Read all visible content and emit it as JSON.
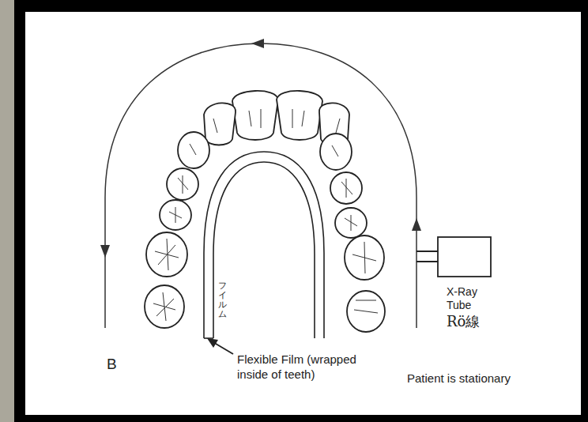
{
  "diagram": {
    "nodes": [
      {
        "text": [
          "X-Ray Tube",
          "Rö線"
        ]
      }
    ],
    "labels": [
      "B",
      "フイルム",
      "Flexible Film (wrapped inside of teeth)",
      "Patient is stationary"
    ]
  }
}
